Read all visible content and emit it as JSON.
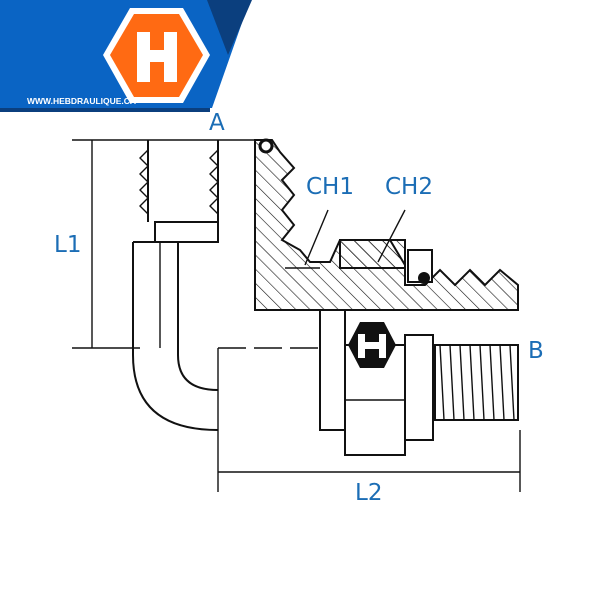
{
  "brand": {
    "url_text": "WWW.HEBDRAULIQUE.CA",
    "logo_letter": "H",
    "colors": {
      "blue": "#0a64c4",
      "dark_blue": "#0b3f7e",
      "orange": "#ff6a13",
      "label_blue": "#1b6db5"
    }
  },
  "diagram": {
    "labels": {
      "port_a": "A",
      "port_b": "B",
      "length_1": "L1",
      "length_2": "L2",
      "hex_1": "CH1",
      "hex_2": "CH2"
    }
  }
}
